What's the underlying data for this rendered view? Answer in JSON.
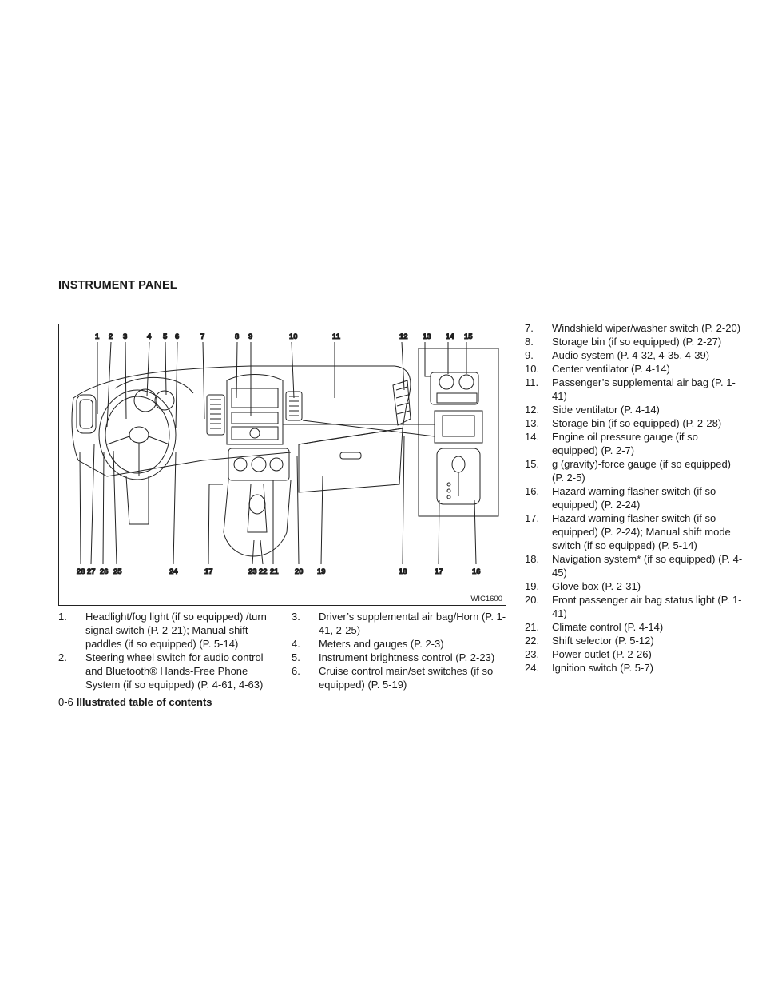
{
  "heading": "INSTRUMENT PANEL",
  "figure": {
    "code": "WIC1600",
    "top_callouts": [
      "1",
      "2",
      "3",
      "4",
      "5",
      "6",
      "7",
      "8",
      "9",
      "10",
      "11",
      "12",
      "13",
      "14",
      "15"
    ],
    "bottom_callouts": [
      "28",
      "27",
      "26",
      "25",
      "24",
      "17",
      "23",
      "22",
      "21",
      "20",
      "19",
      "18",
      "17",
      "16"
    ]
  },
  "items_left": [
    {
      "num": "1.",
      "text": "Headlight/fog light (if so equipped) /turn signal switch (P. 2-21); Manual shift paddles (if so equipped) (P. 5-14)"
    },
    {
      "num": "2.",
      "text": "Steering wheel switch for audio control and Bluetooth® Hands-Free Phone System (if so equipped) (P. 4-61, 4-63)"
    }
  ],
  "items_middle": [
    {
      "num": "3.",
      "text": "Driver’s supplemental air bag/Horn (P. 1-41, 2-25)"
    },
    {
      "num": "4.",
      "text": "Meters and gauges (P. 2-3)"
    },
    {
      "num": "5.",
      "text": "Instrument brightness control (P. 2-23)"
    },
    {
      "num": "6.",
      "text": "Cruise control main/set switches (if so equipped) (P. 5-19)"
    }
  ],
  "items_right": [
    {
      "num": "7.",
      "text": "Windshield wiper/washer switch (P. 2-20)"
    },
    {
      "num": "8.",
      "text": "Storage bin (if so equipped) (P. 2-27)"
    },
    {
      "num": "9.",
      "text": "Audio system (P. 4-32, 4-35, 4-39)"
    },
    {
      "num": "10.",
      "text": "Center ventilator (P. 4-14)"
    },
    {
      "num": "11.",
      "text": "Passenger’s supplemental air bag (P. 1-41)"
    },
    {
      "num": "12.",
      "text": "Side ventilator (P. 4-14)"
    },
    {
      "num": "13.",
      "text": "Storage bin (if so equipped) (P. 2-28)"
    },
    {
      "num": "14.",
      "text": "Engine oil pressure gauge (if so equipped) (P. 2-7)"
    },
    {
      "num": "15.",
      "text": "g (gravity)-force gauge (if so equipped) (P. 2-5)"
    },
    {
      "num": "16.",
      "text": "Hazard warning flasher switch (if so equipped) (P. 2-24)"
    },
    {
      "num": "17.",
      "text": "Hazard warning flasher switch (if so equipped) (P. 2-24); Manual shift mode switch (if so equipped) (P. 5-14)"
    },
    {
      "num": "18.",
      "text": "Navigation system* (if so equipped) (P. 4-45)"
    },
    {
      "num": "19.",
      "text": "Glove box (P. 2-31)"
    },
    {
      "num": "20.",
      "text": "Front passenger air bag status light (P. 1-41)"
    },
    {
      "num": "21.",
      "text": "Climate control (P. 4-14)"
    },
    {
      "num": "22.",
      "text": "Shift selector (P. 5-12)"
    },
    {
      "num": "23.",
      "text": "Power outlet (P. 2-26)"
    },
    {
      "num": "24.",
      "text": "Ignition switch (P. 5-7)"
    }
  ],
  "footer": {
    "page": "0-6",
    "title": "Illustrated table of contents"
  }
}
